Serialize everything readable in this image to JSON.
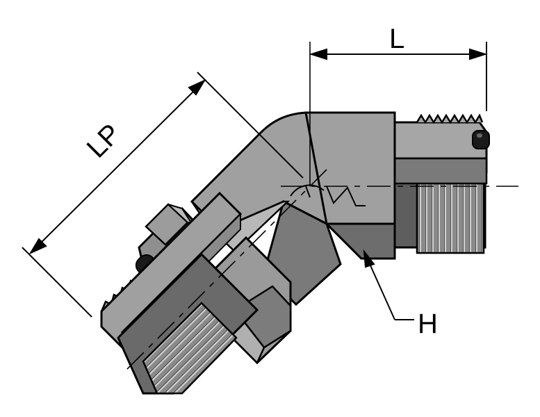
{
  "labels": {
    "length": "L",
    "length_port": "LP",
    "hex": "H"
  },
  "colors": {
    "body_fill": "#a0a0a0",
    "body_dark": "#6d6d6d",
    "body_light": "#c4c4c4",
    "thread_fill": "#8c8c8c",
    "outline": "#000000",
    "oring": "#1a1a1a"
  }
}
